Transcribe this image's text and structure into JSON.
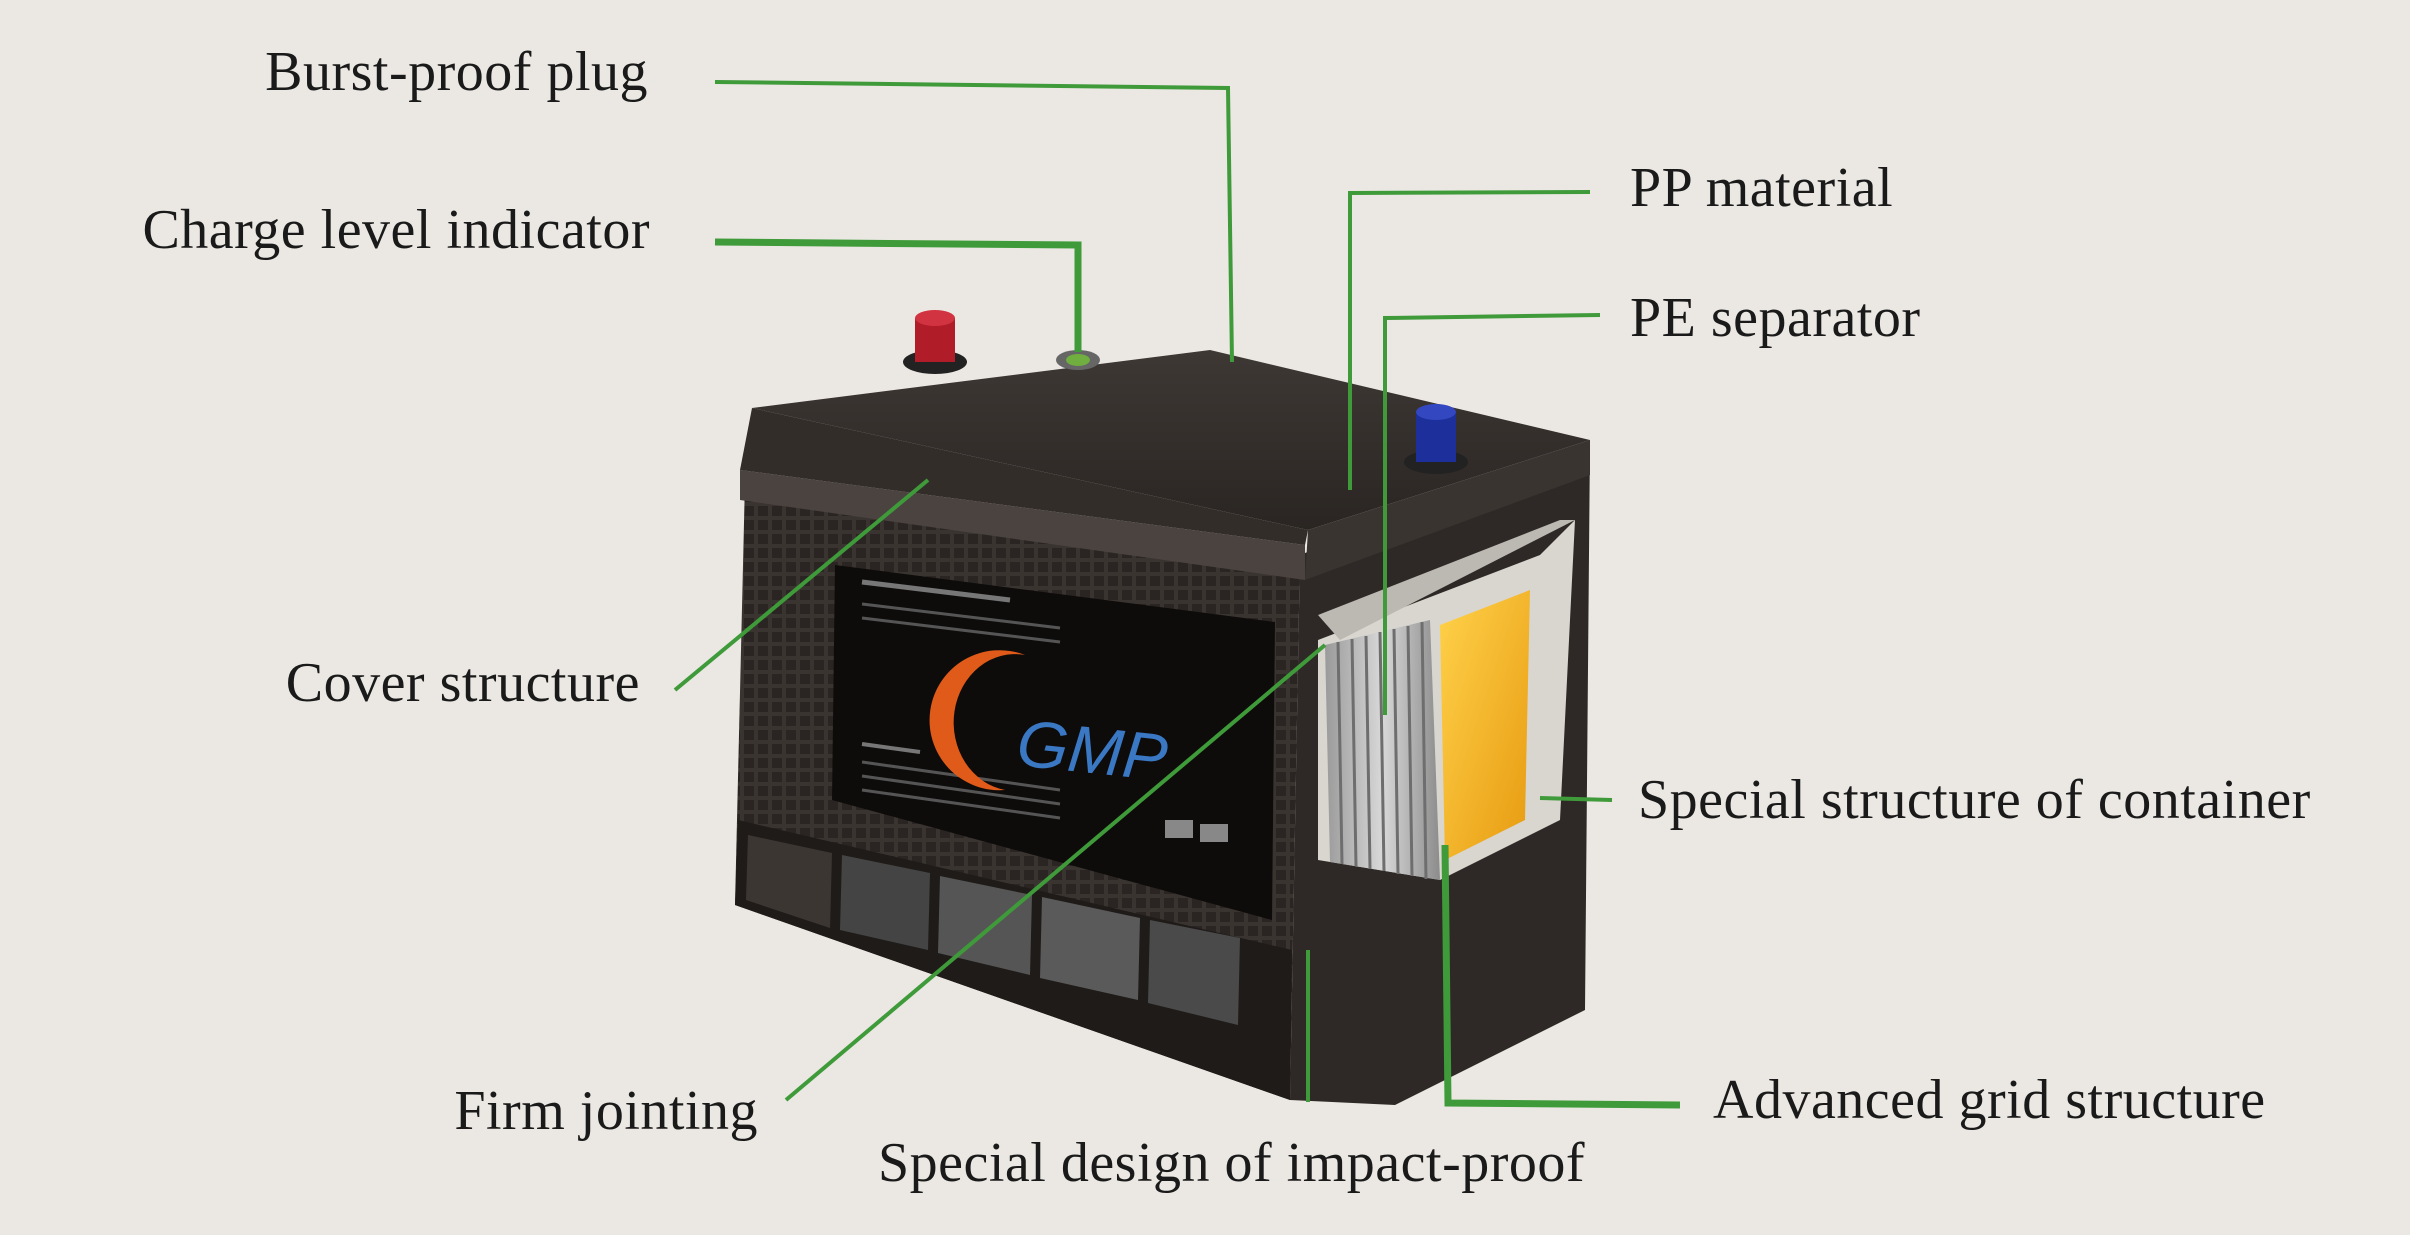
{
  "colors": {
    "background": "#ebe8e3",
    "leader_line": "#3f9a3a",
    "battery_body": "#2b2623",
    "battery_lid": "#3a3431",
    "terminal_positive": "#b01c28",
    "terminal_negative": "#1d2f9a",
    "logo_orange": "#e05b1a",
    "logo_blue": "#3a78c4",
    "plate_yellow": "#f2b21c"
  },
  "labels": {
    "burst_proof_plug": "Burst-proof plug",
    "charge_level_indicator": "Charge level indicator",
    "pp_material": "PP  material",
    "pe_separator": "PE  separator",
    "cover_structure": "Cover structure",
    "special_structure_container": "Special structure of container",
    "firm_jointing": "Firm jointing",
    "advanced_grid_structure": "Advanced grid structure",
    "special_design_impact_proof": "Special design of impact-proof"
  },
  "battery": {
    "brand": "GMP"
  }
}
